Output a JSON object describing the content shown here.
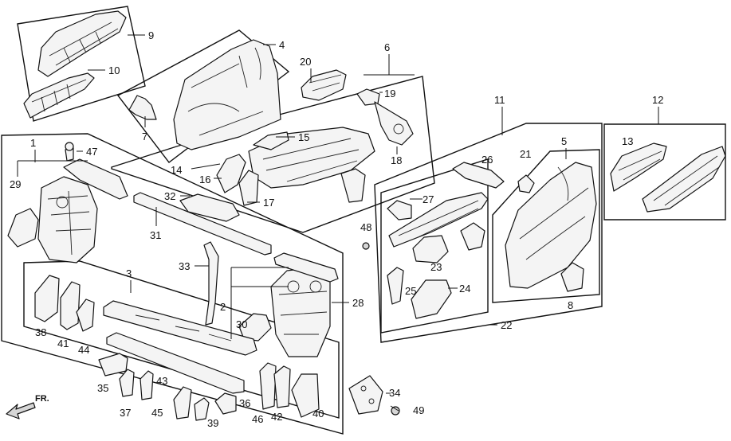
{
  "diagram": {
    "front_indicator": "FR.",
    "callouts": {
      "c1": "1",
      "c2": "2",
      "c3": "3",
      "c4": "4",
      "c5": "5",
      "c6": "6",
      "c7": "7",
      "c8": "8",
      "c9": "9",
      "c10": "10",
      "c11": "11",
      "c12": "12",
      "c13": "13",
      "c14": "14",
      "c15": "15",
      "c16": "16",
      "c17": "17",
      "c18": "18",
      "c19": "19",
      "c20": "20",
      "c21": "21",
      "c22": "22",
      "c23": "23",
      "c24": "24",
      "c25": "25",
      "c26": "26",
      "c27": "27",
      "c28": "28",
      "c29": "29",
      "c30": "30",
      "c31": "31",
      "c32": "32",
      "c33": "33",
      "c34": "34",
      "c35": "35",
      "c36": "36",
      "c37": "37",
      "c38": "38",
      "c39": "39",
      "c40": "40",
      "c41": "41",
      "c42": "42",
      "c43": "43",
      "c44": "44",
      "c45": "45",
      "c46": "46",
      "c47": "47",
      "c48": "48",
      "c49": "49"
    }
  }
}
